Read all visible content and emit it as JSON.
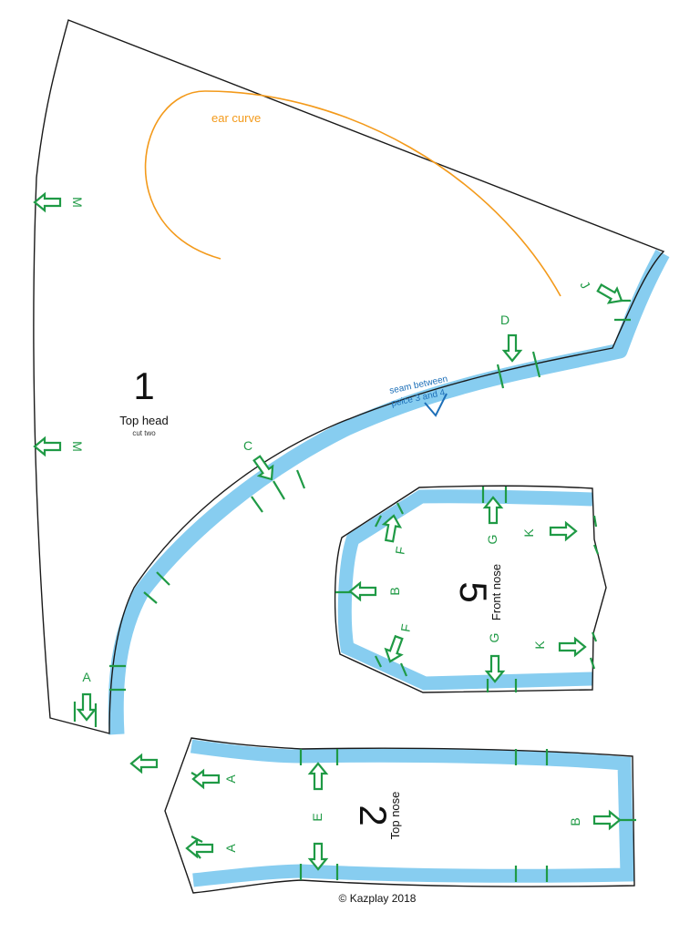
{
  "colors": {
    "outline": "#1a1a1a",
    "seam_allowance": "#87cdf0",
    "notch": "#1f9a45",
    "ear_curve": "#f39a1b",
    "seam_note": "#1d6fb8",
    "text": "#111111"
  },
  "pieces": [
    {
      "number": "1",
      "name": "Top head",
      "note": "cut two"
    },
    {
      "number": "2",
      "name": "Top nose"
    },
    {
      "number": "5",
      "name": "Front nose"
    }
  ],
  "annotations": {
    "ear_curve": "ear curve",
    "seam_line1": "seam between",
    "seam_line2": "peice 3 and 4"
  },
  "notch_letters": {
    "m": "M",
    "a": "A",
    "c": "C",
    "d": "D",
    "j": "J",
    "b": "B",
    "f": "F",
    "g": "G",
    "k": "K",
    "e": "E"
  },
  "footer": {
    "copyright": "© Kazplay 2018"
  }
}
